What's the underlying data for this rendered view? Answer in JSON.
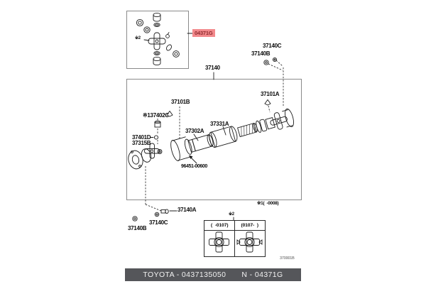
{
  "kit_box": {
    "note_ref": "※2",
    "highlight_label": "04371G"
  },
  "assembly": {
    "label": "37140",
    "callouts": {
      "top_bolt_c": "37140C",
      "top_bolt_b": "37140B",
      "snap_ring_rear": "37101A",
      "snap_ring_front": "37101B",
      "spider_note": "※137402C",
      "flange_sub": "37401D",
      "flange": "37315B",
      "yoke_sub": "37302A",
      "tube": "37331A",
      "balance_weight": "96451-00600",
      "bottom_bolt_a": "37140A",
      "bottom_washer_c": "37140C",
      "bottom_bolt_b": "37140B"
    },
    "range_note": "※1(  -0008)"
  },
  "applicability_table": {
    "note_ref": "※2",
    "columns": [
      "(  -0107)",
      "(0107-  )"
    ]
  },
  "drawing_number": "370001B",
  "footer": {
    "left": "TOYOTA - 0437135050",
    "right": "N - 04371G"
  },
  "colors": {
    "highlight_bg": "#f2898c",
    "highlight_text": "#8f2b2e",
    "footer_bg": "#55565a",
    "footer_text": "#f2f2f2",
    "line": "#1c1c1c"
  }
}
